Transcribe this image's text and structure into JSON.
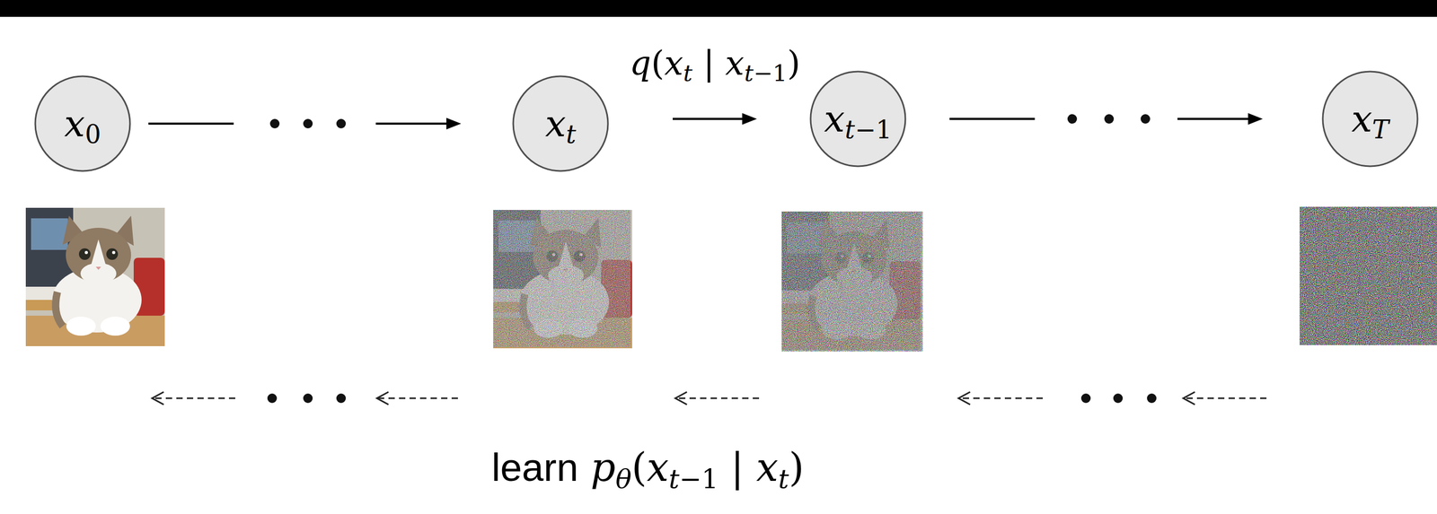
{
  "diagram": {
    "nodes": [
      {
        "text": [
          "x0"
        ]
      },
      {
        "text": [
          "xt"
        ]
      },
      {
        "text": [
          "xt−1"
        ]
      },
      {
        "text": [
          "xT"
        ]
      }
    ],
    "edges": [
      {
        "from": 0,
        "to": 1,
        "arrow": "to"
      },
      {
        "from": 1,
        "to": 2,
        "label": "q(xt | xt−1)",
        "arrow": "to"
      },
      {
        "from": 2,
        "to": 3,
        "arrow": "to"
      }
    ],
    "labels": [
      "learn pθ(xt−1 | xt)"
    ]
  }
}
